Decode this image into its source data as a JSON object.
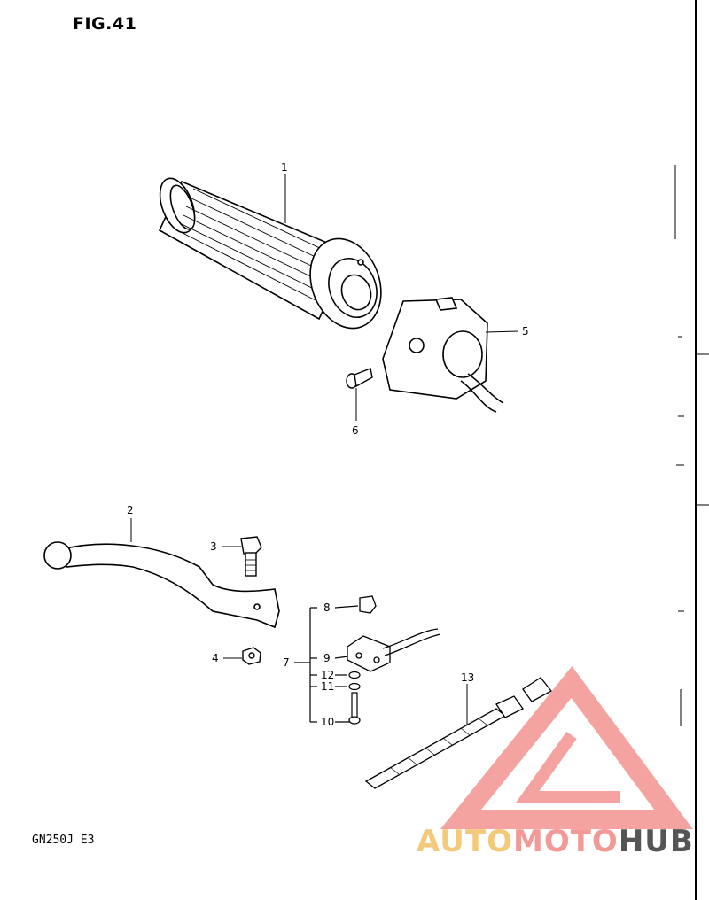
{
  "figure": {
    "title": "FIG.41",
    "model": "GN250J E3"
  },
  "callouts": [
    "1",
    "2",
    "3",
    "4",
    "5",
    "6",
    "7",
    "8",
    "9",
    "10",
    "11",
    "12",
    "13"
  ],
  "watermark": {
    "part1": "AUTO",
    "part2": "MOTO",
    "part3": "HUB"
  },
  "colors": {
    "ink": "#000000",
    "watermark_red": "#f39a96",
    "watermark_yellow": "#f4c97a",
    "watermark_gray": "#555555"
  }
}
